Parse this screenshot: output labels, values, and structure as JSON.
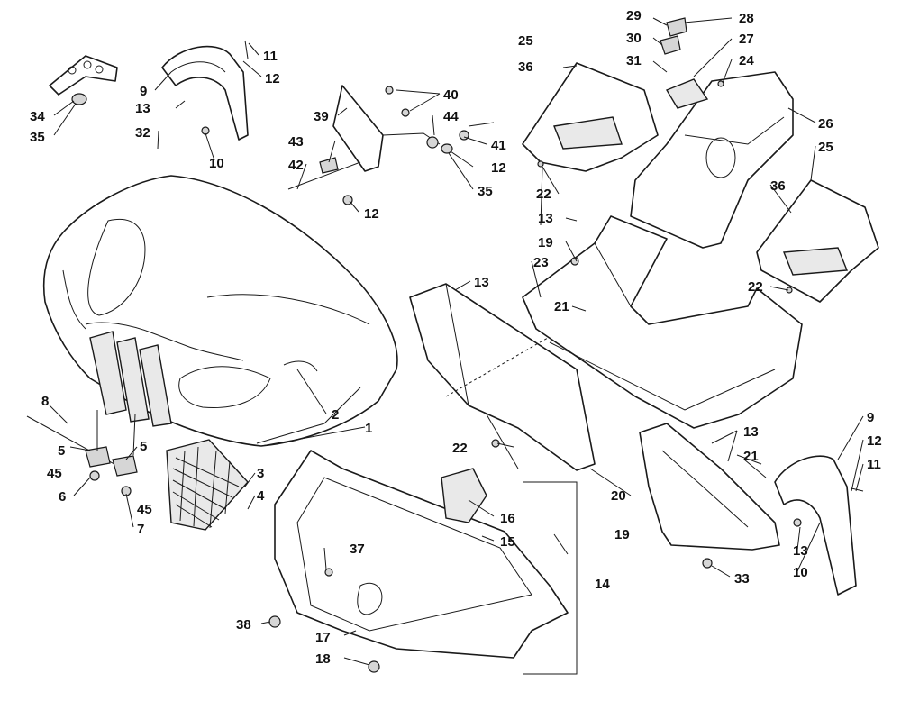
{
  "callouts": [
    {
      "id": "c1",
      "text": "1"
    },
    {
      "id": "c2",
      "text": "2"
    },
    {
      "id": "c3",
      "text": "3"
    },
    {
      "id": "c4",
      "text": "4"
    },
    {
      "id": "c5a",
      "text": "5"
    },
    {
      "id": "c5b",
      "text": "5"
    },
    {
      "id": "c6",
      "text": "6"
    },
    {
      "id": "c7",
      "text": "7"
    },
    {
      "id": "c8",
      "text": "8"
    },
    {
      "id": "c9a",
      "text": "9"
    },
    {
      "id": "c9b",
      "text": "9"
    },
    {
      "id": "c10a",
      "text": "10"
    },
    {
      "id": "c10b",
      "text": "10"
    },
    {
      "id": "c11a",
      "text": "11"
    },
    {
      "id": "c11b",
      "text": "11"
    },
    {
      "id": "c12a",
      "text": "12"
    },
    {
      "id": "c12b",
      "text": "12"
    },
    {
      "id": "c12c",
      "text": "12"
    },
    {
      "id": "c12d",
      "text": "12"
    },
    {
      "id": "c13a",
      "text": "13"
    },
    {
      "id": "c13b",
      "text": "13"
    },
    {
      "id": "c13c",
      "text": "13"
    },
    {
      "id": "c13d",
      "text": "13"
    },
    {
      "id": "c13e",
      "text": "13"
    },
    {
      "id": "c14",
      "text": "14"
    },
    {
      "id": "c15",
      "text": "15"
    },
    {
      "id": "c16",
      "text": "16"
    },
    {
      "id": "c17",
      "text": "17"
    },
    {
      "id": "c18",
      "text": "18"
    },
    {
      "id": "c19a",
      "text": "19"
    },
    {
      "id": "c19b",
      "text": "19"
    },
    {
      "id": "c20",
      "text": "20"
    },
    {
      "id": "c21a",
      "text": "21"
    },
    {
      "id": "c21b",
      "text": "21"
    },
    {
      "id": "c22a",
      "text": "22"
    },
    {
      "id": "c22b",
      "text": "22"
    },
    {
      "id": "c22c",
      "text": "22"
    },
    {
      "id": "c23",
      "text": "23"
    },
    {
      "id": "c24",
      "text": "24"
    },
    {
      "id": "c25a",
      "text": "25"
    },
    {
      "id": "c25b",
      "text": "25"
    },
    {
      "id": "c26",
      "text": "26"
    },
    {
      "id": "c27",
      "text": "27"
    },
    {
      "id": "c28",
      "text": "28"
    },
    {
      "id": "c29",
      "text": "29"
    },
    {
      "id": "c30",
      "text": "30"
    },
    {
      "id": "c31",
      "text": "31"
    },
    {
      "id": "c32",
      "text": "32"
    },
    {
      "id": "c33",
      "text": "33"
    },
    {
      "id": "c34",
      "text": "34"
    },
    {
      "id": "c35a",
      "text": "35"
    },
    {
      "id": "c35b",
      "text": "35"
    },
    {
      "id": "c36a",
      "text": "36"
    },
    {
      "id": "c36b",
      "text": "36"
    },
    {
      "id": "c37",
      "text": "37"
    },
    {
      "id": "c38",
      "text": "38"
    },
    {
      "id": "c39",
      "text": "39"
    },
    {
      "id": "c40",
      "text": "40"
    },
    {
      "id": "c41",
      "text": "41"
    },
    {
      "id": "c42",
      "text": "42"
    },
    {
      "id": "c43",
      "text": "43"
    },
    {
      "id": "c44",
      "text": "44"
    },
    {
      "id": "c45a",
      "text": "45"
    },
    {
      "id": "c45b",
      "text": "45"
    }
  ]
}
